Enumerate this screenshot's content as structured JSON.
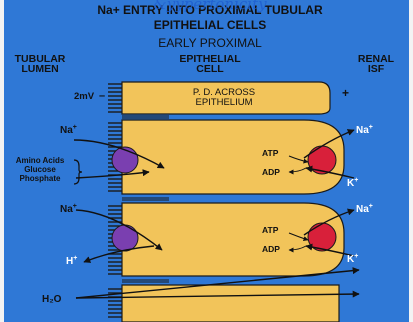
{
  "header": {
    "title_line1": "Na+ ENTRY INTO PROXIMAL TUBULAR",
    "title_line2": "EPITHELIAL CELLS",
    "subtitle": "EARLY PROXIMAL",
    "handwriting": "&yypertonicity"
  },
  "columns": {
    "lumen_line1": "TUBULAR",
    "lumen_line2": "LUMEN",
    "cell_line1": "EPITHELIAL",
    "cell_line2": "CELL",
    "isf_line1": "RENAL",
    "isf_line2": "ISF"
  },
  "potential": {
    "voltage": "2mV",
    "voltage_sign": "–",
    "pd_line1": "P. D. ACROSS",
    "pd_line2": "EPITHELIUM",
    "plus_sign": "+"
  },
  "cell1": {
    "na_left": "Na",
    "na_right": "Na",
    "atp": "ATP",
    "adp": "ADP",
    "k": "K",
    "cotransport_line1": "Amino Acids",
    "cotransport_line2": "Glucose",
    "cotransport_line3": "Phosphate"
  },
  "cell2": {
    "na_left": "Na",
    "na_right": "Na",
    "h": "H",
    "atp": "ATP",
    "adp": "ADP",
    "k": "K"
  },
  "water": {
    "label": "H₂O"
  },
  "colors": {
    "background": "#2f78d6",
    "cell": "#f2c45a",
    "cell_stroke": "#1a1a1a",
    "symporter": "#7a3fb0",
    "pump": "#d8203a",
    "text": "#111111",
    "white_text": "#ffffff",
    "handwriting": "#1f5fd0"
  }
}
